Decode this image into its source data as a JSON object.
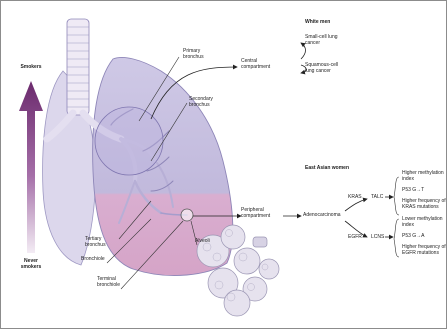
{
  "gradient_arrow": {
    "top_label": "Smokers",
    "bottom_label": "Never smokers",
    "top_color": "#6b2a6d",
    "bottom_color": "#f3ecf4"
  },
  "anatomy_labels": {
    "primary_bronchus": "Primary bronchus",
    "secondary_bronchus": "Secondary bronchus",
    "tertiary_bronchus": "Tertiary bronchus",
    "bronchiole": "Bronchiole",
    "terminal_bronchiole": "Terminal bronchiole",
    "alveoli": "Alveoli"
  },
  "central": {
    "compartment": "Central compartment",
    "population": "White men",
    "outcomes": [
      "Small-cell lung cancer",
      "Squamous-cell lung cancer"
    ]
  },
  "peripheral": {
    "compartment": "Peripheral compartment",
    "population": "East Asian women",
    "tumor": "Adenocarcinoma",
    "pathways": [
      {
        "gene": "KRAS",
        "subtype": "TALC",
        "features": [
          "Higher methylation index",
          "P53 G→T",
          "Higher frequency of KRAS mutations"
        ]
      },
      {
        "gene": "EGFR",
        "subtype": "LCNS",
        "features": [
          "Lower methylation index",
          "P53 G→A",
          "Higher frequency of EGFR mutations"
        ]
      }
    ]
  },
  "colors": {
    "lung_fill": "#c3bddd",
    "lung_stroke": "#8e86b8",
    "lower_lobe": "#d7a9c9",
    "trachea": "#efeaf5",
    "alveoli": "#e6e2ee"
  }
}
